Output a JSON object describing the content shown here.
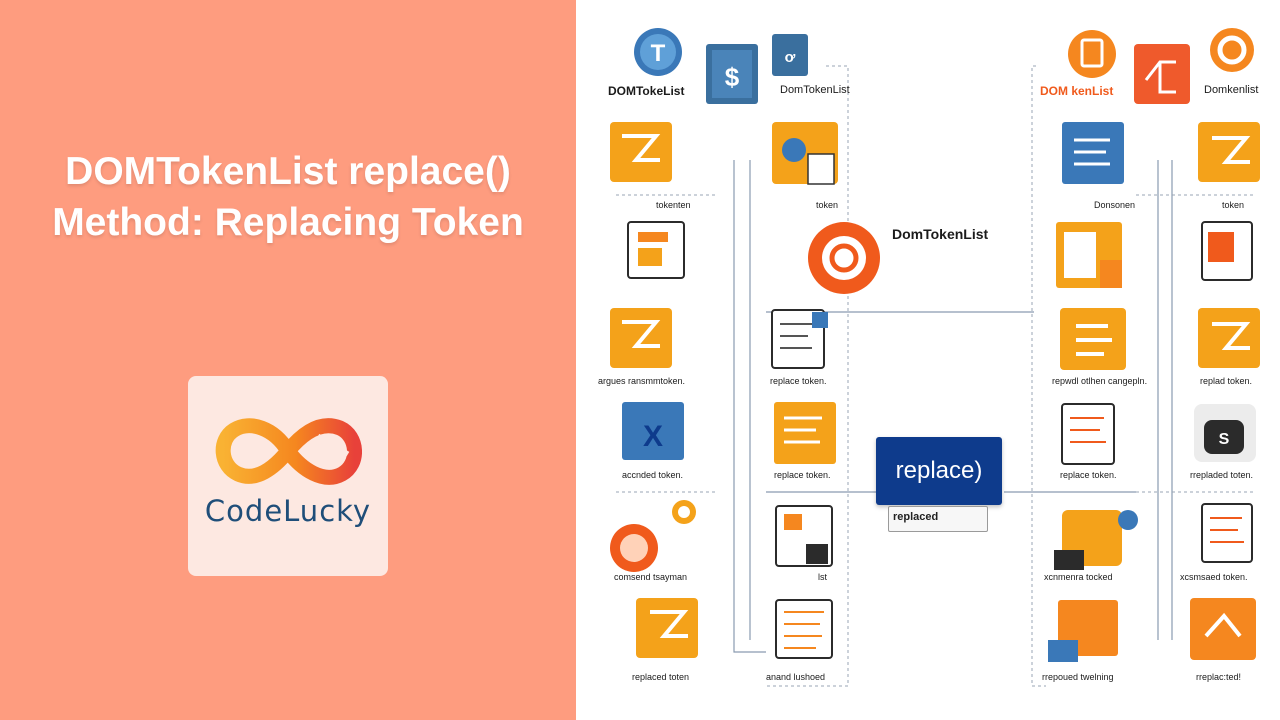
{
  "article": {
    "title": "DOMTokenList replace() Method: Replacing Token"
  },
  "brand": {
    "name": "CodeLucky",
    "colors": {
      "panel": "#fe9c7f",
      "card": "#fde8e1",
      "text": "#1f4e79",
      "accent_orange": "#f5871f",
      "accent_red": "#e8413a"
    }
  },
  "illustration": {
    "top_labels": {
      "left_title": "DOMTokeList",
      "left_title2": "DomTokenList",
      "right_title": "DOM kenList",
      "right_title2": "Domkenlist"
    },
    "center_title": "DomTokenList",
    "center_badge": "replace)",
    "center_caption": "replaced",
    "left_col_a": [
      "tokenten",
      "argues ransmmtoken.",
      "accnded token.",
      "comsend tsayman",
      "replaced toten"
    ],
    "left_col_b": [
      "token",
      "replace token.",
      "replace token.",
      "lst",
      "anand lushoed"
    ],
    "right_col_a": [
      "Donsonen",
      "repwdl otlhen cangepln.",
      "replace token.",
      "xcnmenra tocked",
      "rrepoued twelning"
    ],
    "right_col_b": [
      "token",
      "replad token.",
      "rrepladed toten.",
      "xcsmsaed token.",
      "rreplac:ted!"
    ],
    "icon_names": [
      "document-icon",
      "dollar-file-icon",
      "token-icon",
      "replace-icon",
      "checklist-icon"
    ],
    "colors": {
      "folder": "#f4a21a",
      "navy": "#0e3b8c",
      "blue": "#3a78b8",
      "orange_circle": "#f05a1c"
    }
  }
}
